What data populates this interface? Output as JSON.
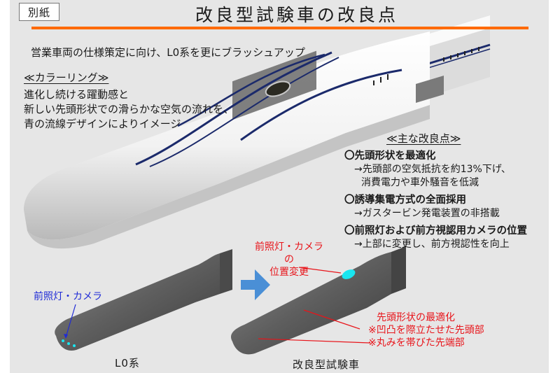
{
  "slide": {
    "badge": "別紙",
    "title": "改良型試験車の改良点",
    "accent_color": "#ff6a00",
    "subtitle": "営業車両の仕様策定に向け、L0系を更にブラッシュアップ"
  },
  "coloring": {
    "heading": "≪カラーリング≫",
    "lines": [
      "進化し続ける躍動感と",
      "新しい先頭形状での滑らかな空気の流れを、",
      "青の流線デザインによりイメージ"
    ]
  },
  "improvements": {
    "heading": "≪主な改良点≫",
    "items": [
      {
        "title": "〇先頭形状を最適化",
        "details": [
          "→先頭部の空気抵抗を約13%下げ、",
          "消費電力や車外騒音を低減"
        ]
      },
      {
        "title": "〇誘導集電方式の全面採用",
        "details": [
          "→ガスタービン発電装置の非搭載"
        ]
      },
      {
        "title": "〇前照灯および前方視認用カメラの位置",
        "details": [
          "→上部に変更し、前方視認性を向上"
        ]
      }
    ]
  },
  "comparison": {
    "old_model": {
      "caption": "L0系",
      "callout": "前照灯・カメラ",
      "callout_color": "#1f2bd6"
    },
    "arrow_color": "#4a8fd6",
    "new_model": {
      "caption": "改良型試験車",
      "callout_lights": [
        "前照灯・カメラの",
        "位置変更"
      ],
      "callout_shape": [
        "先頭形状の最適化",
        "※凹凸を際立たせた先頭部",
        "※丸みを帯びた先端部"
      ],
      "callout_color": "#e8141a",
      "light_color": "#19e6f0"
    }
  }
}
